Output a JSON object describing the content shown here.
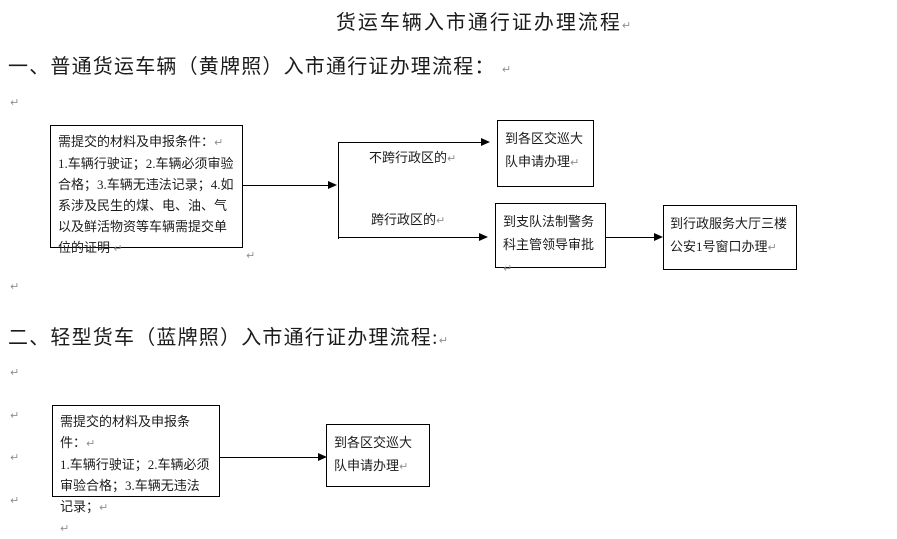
{
  "marks": {
    "paragraph": "↵"
  },
  "icons": {
    "arrow_right_icon": "►"
  },
  "colors": {
    "text": "#1b1b1b",
    "line": "#000000",
    "paragraph_mark": "#8f8f8f",
    "background": "#ffffff"
  },
  "title": "货运车辆入市通行证办理流程",
  "section1": {
    "heading": "一、普通货运车辆（黄牌照）入市通行证办理流程：",
    "requirements_box": {
      "title": "需提交的材料及申报条件：",
      "items": "1.车辆行驶证；2.车辆必须审验合格；3.车辆无违法记录；4.如系涉及民生的煤、电、油、气以及鲜活物资等车辆需提交单位的证明"
    },
    "branch_no_cross_label": "不跨行政区的",
    "branch_cross_label": "跨行政区的",
    "district_brigade_box": "到各区交巡大队申请办理",
    "detachment_approval_box": "到支队法制警务科主管领导审批",
    "service_hall_box": "到行政服务大厅三楼公安1号窗口办理"
  },
  "section2": {
    "heading": "二、轻型货车（蓝牌照）入市通行证办理流程:",
    "requirements_box": {
      "title": "需提交的材料及申报条件：",
      "items": "1.车辆行驶证；2.车辆必须审验合格；3.车辆无违法记录；"
    },
    "district_brigade_box": "到各区交巡大队申请办理"
  }
}
